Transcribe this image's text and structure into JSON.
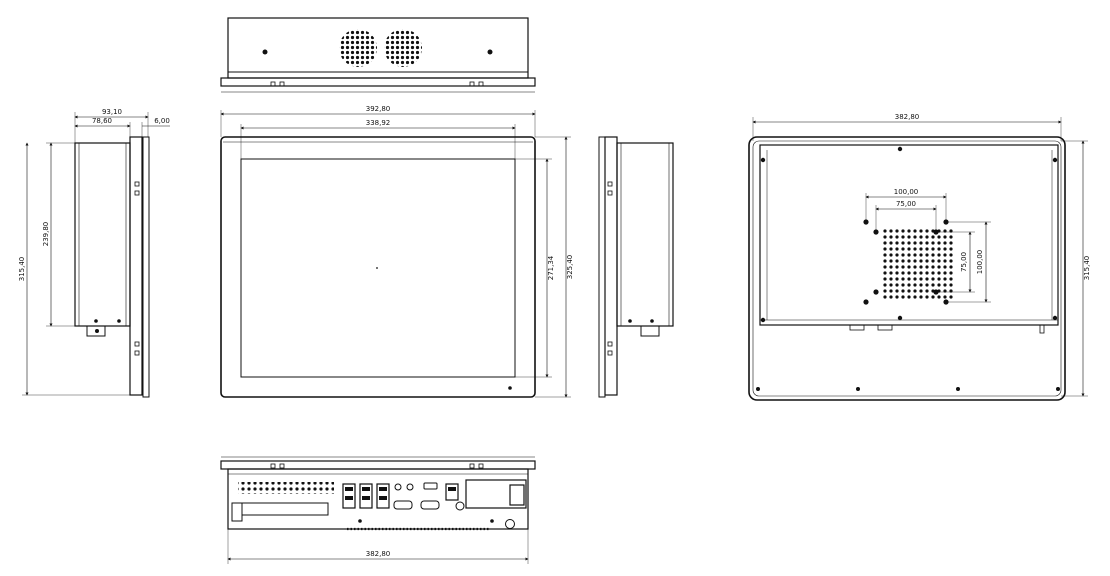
{
  "dimensions": {
    "side_left_total_depth": "93,10",
    "side_left_body_depth": "78,60",
    "side_left_bezel": "6,00",
    "side_left_body_height": "239,80",
    "side_left_total_height": "315,40",
    "front_total_width": "392,80",
    "front_screen_width": "338,92",
    "front_screen_height": "271,34",
    "front_total_height": "325,40",
    "back_width": "382,80",
    "back_height": "315,40",
    "vesa_outer_h": "100,00",
    "vesa_inner_h": "75,00",
    "vesa_inner_v": "75,00",
    "vesa_outer_v": "100,00",
    "bottom_width": "382,80"
  },
  "colors": {
    "line": "#111111",
    "background": "#ffffff"
  }
}
